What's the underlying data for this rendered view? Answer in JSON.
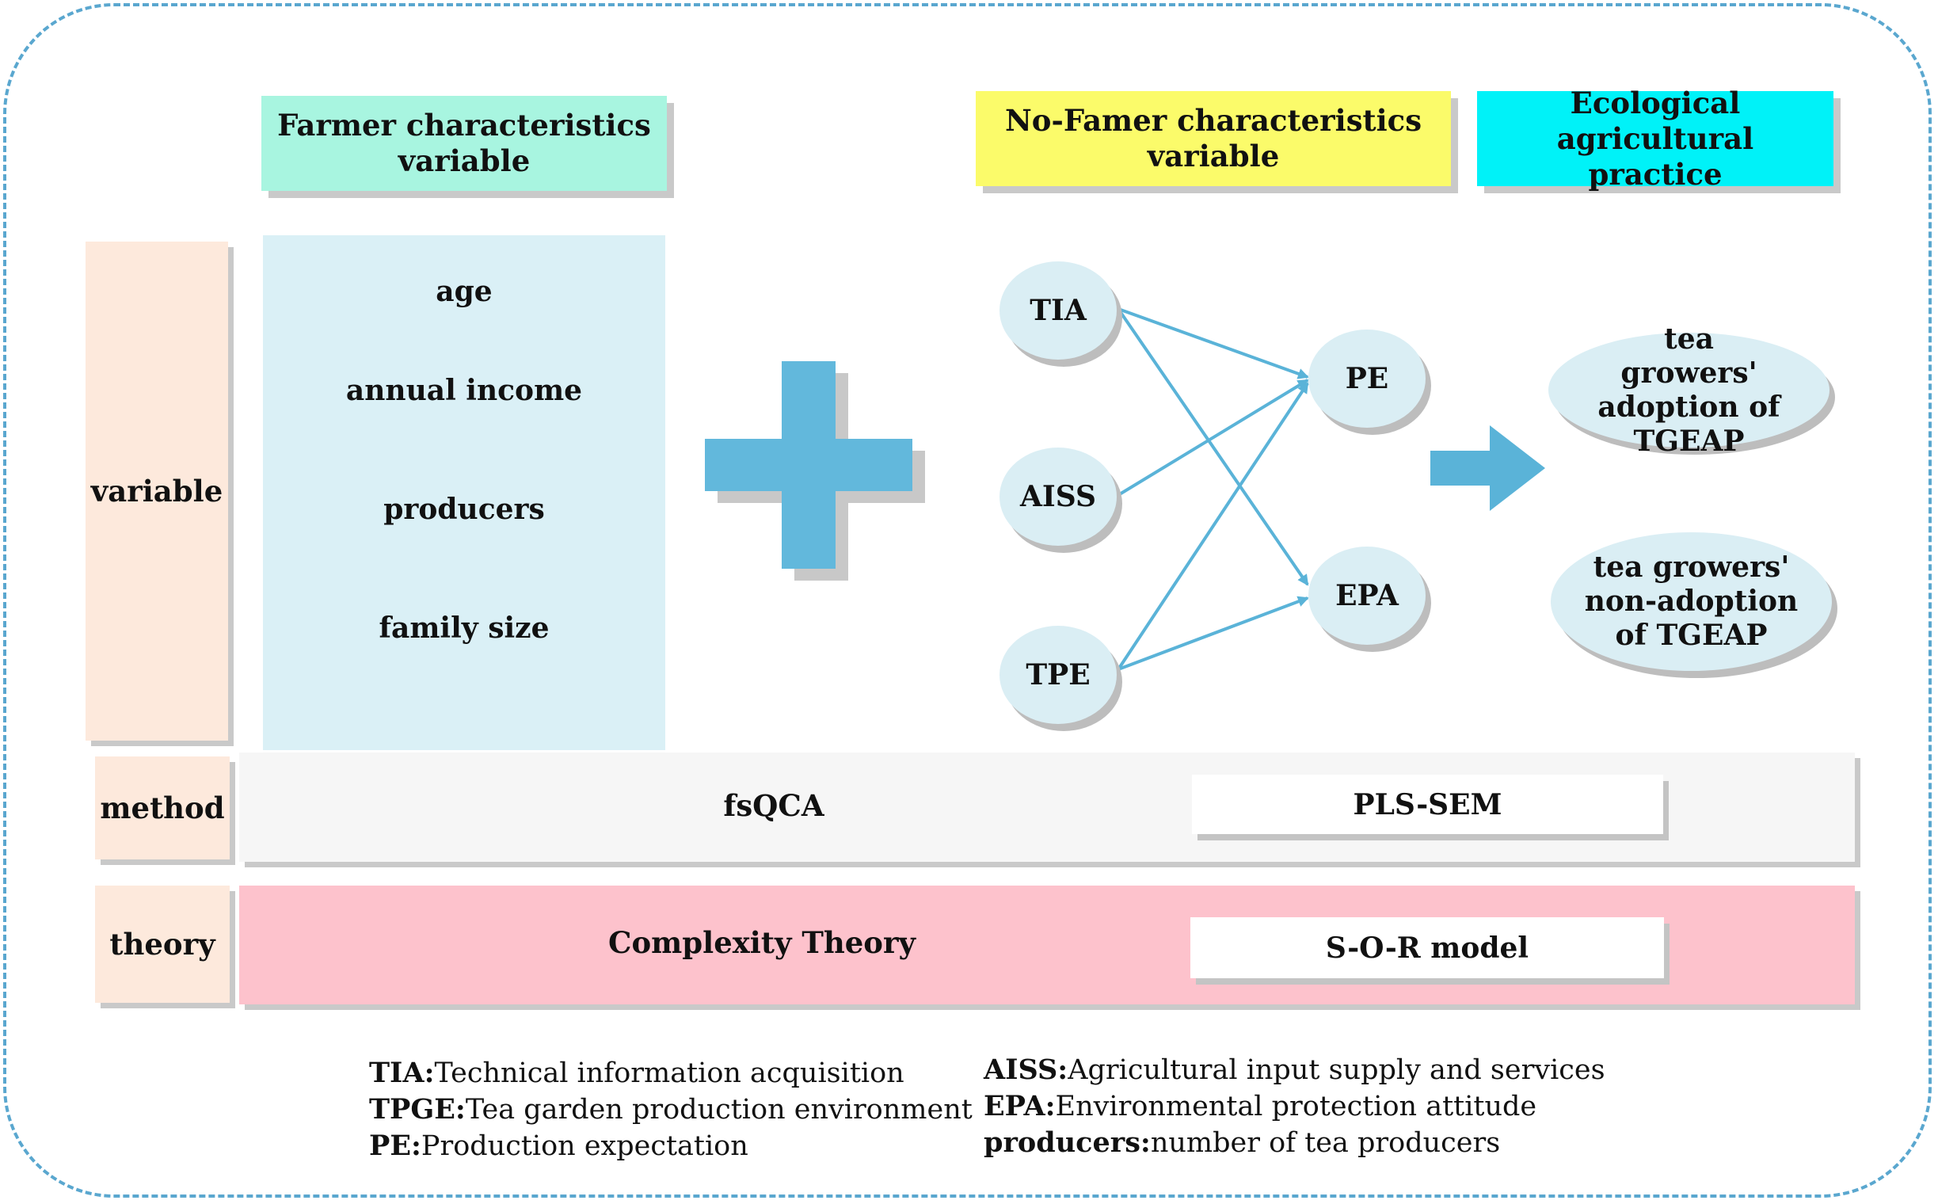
{
  "headers": {
    "farmer": "Farmer characteristics variable",
    "nonfarmer": "No-Famer characteristics variable",
    "eco": "Ecological agricultural practice"
  },
  "row_labels": {
    "variable": "variable",
    "method": "method",
    "theory": "theory"
  },
  "farmer_vars": [
    "age",
    "annual income",
    "producers",
    "family size"
  ],
  "nodes": {
    "TIA": "TIA",
    "AISS": "AISS",
    "TPE": "TPE",
    "PE": "PE",
    "EPA": "EPA"
  },
  "outcomes": {
    "adoption": "tea growers' adoption of TGEAP",
    "non_adoption": "tea growers' non-adoption of TGEAP"
  },
  "method": {
    "left": "fsQCA",
    "right": "PLS-SEM"
  },
  "theory": {
    "left": "Complexity Theory",
    "right": "S-O-R model"
  },
  "legend": {
    "left": [
      {
        "abbr": "TIA:",
        "text": "Technical information acquisition"
      },
      {
        "abbr": "TPGE:",
        "text": "Tea garden production environment"
      },
      {
        "abbr": "PE:",
        "text": "Production expectation"
      }
    ],
    "right": [
      {
        "abbr": "AISS:",
        "text": "Agricultural input supply and services"
      },
      {
        "abbr": "EPA:",
        "text": "Environmental protection attitude"
      },
      {
        "abbr": "producers:",
        "text": "number of tea producers"
      }
    ]
  },
  "colors": {
    "frame": "#5aa7cf",
    "farmer_header": "#a8f5e0",
    "nonfarmer_header": "#fbfb6a",
    "eco_header": "#00f2f8",
    "farmer_panel": "#daf0f6",
    "label_bg": "#fde9dc",
    "arrow": "#5ab3d8",
    "plus": "#62b8dc",
    "ellipse": "#daeef4",
    "method_bg": "#f6f6f6",
    "theory_bg": "#fdc2cc"
  }
}
